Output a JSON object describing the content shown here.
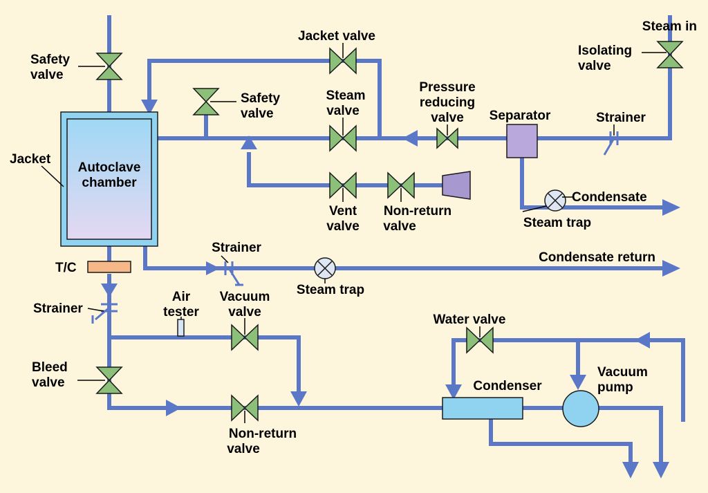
{
  "labels": {
    "steam_in": "Steam in",
    "isolating_valve_1": "Isolating",
    "isolating_valve_2": "valve",
    "jacket_valve": "Jacket valve",
    "safety_valve_top_1": "Safety",
    "safety_valve_top_2": "valve",
    "safety_valve_mid_1": "Safety",
    "safety_valve_mid_2": "valve",
    "steam_valve_1": "Steam",
    "steam_valve_2": "valve",
    "pressure_reducing_1": "Pressure",
    "pressure_reducing_2": "reducing",
    "pressure_reducing_3": "valve",
    "separator": "Separator",
    "strainer_top": "Strainer",
    "jacket": "Jacket",
    "autoclave_1": "Autoclave",
    "autoclave_2": "chamber",
    "vent_valve_1": "Vent",
    "vent_valve_2": "valve",
    "non_return_top_1": "Non-return",
    "non_return_top_2": "valve",
    "condensate": "Condensate",
    "steam_trap_right": "Steam trap",
    "strainer_mid": "Strainer",
    "condensate_return": "Condensate return",
    "steam_trap_mid": "Steam trap",
    "tc": "T/C",
    "strainer_left": "Strainer",
    "air_tester_1": "Air",
    "air_tester_2": "tester",
    "vacuum_valve_1": "Vacuum",
    "vacuum_valve_2": "valve",
    "water_valve": "Water valve",
    "bleed_valve_1": "Bleed",
    "bleed_valve_2": "valve",
    "condenser": "Condenser",
    "vacuum_pump_1": "Vacuum",
    "vacuum_pump_2": "pump",
    "non_return_bottom_1": "Non-return",
    "non_return_bottom_2": "valve"
  },
  "colors": {
    "background": "#fef6dc",
    "pipe": "#5b77c8",
    "valve": "#8cc07a",
    "chamber_fill": "#d6d2f0",
    "jacket_fill": "#8fd3f0",
    "separator_fill": "#b8a8dc",
    "tc_fill": "#f6b888",
    "condenser_fill": "#8fd3f0",
    "pump_fill": "#8fd3f0"
  }
}
